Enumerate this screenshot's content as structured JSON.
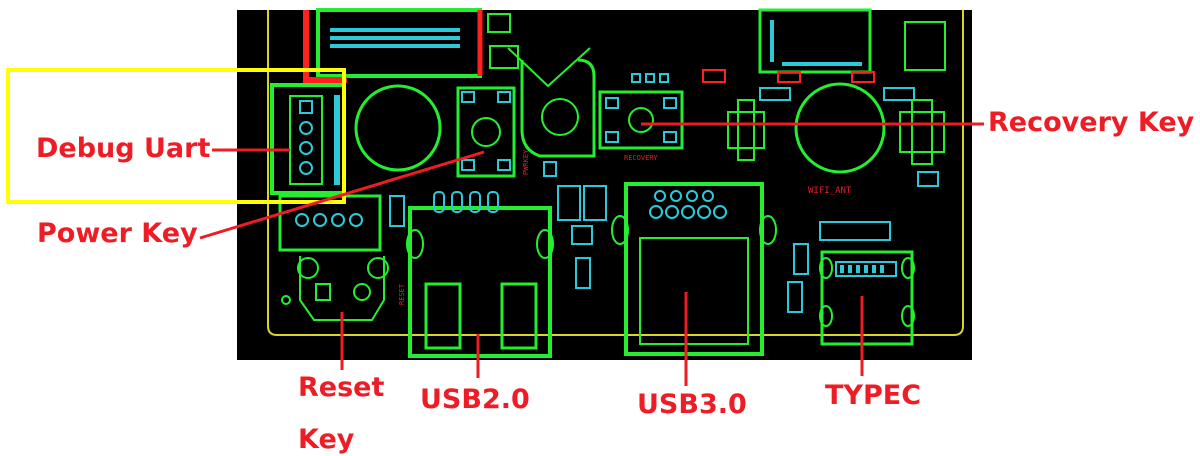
{
  "colors": {
    "board_bg": "#000000",
    "trace_green": "#25ee30",
    "silk_cyan": "#2ec9d8",
    "outline_yellow": "#d9d526",
    "highlight_yellow": "#ffff00",
    "callout_red": "#ee1c25"
  },
  "board": {
    "silkscreen": {
      "power": "PWRKEY",
      "recovery": "RECOVERY",
      "reset": "RESET",
      "wifi": "WIFI_ANT"
    }
  },
  "labels": {
    "debug_uart": "Debug Uart",
    "power_key": "Power Key",
    "recovery_key": "Recovery Key",
    "reset_key_line1": "Reset",
    "reset_key_line2": "Key",
    "usb2": "USB2.0",
    "usb3": "USB3.0",
    "typec": "TYPEC"
  }
}
